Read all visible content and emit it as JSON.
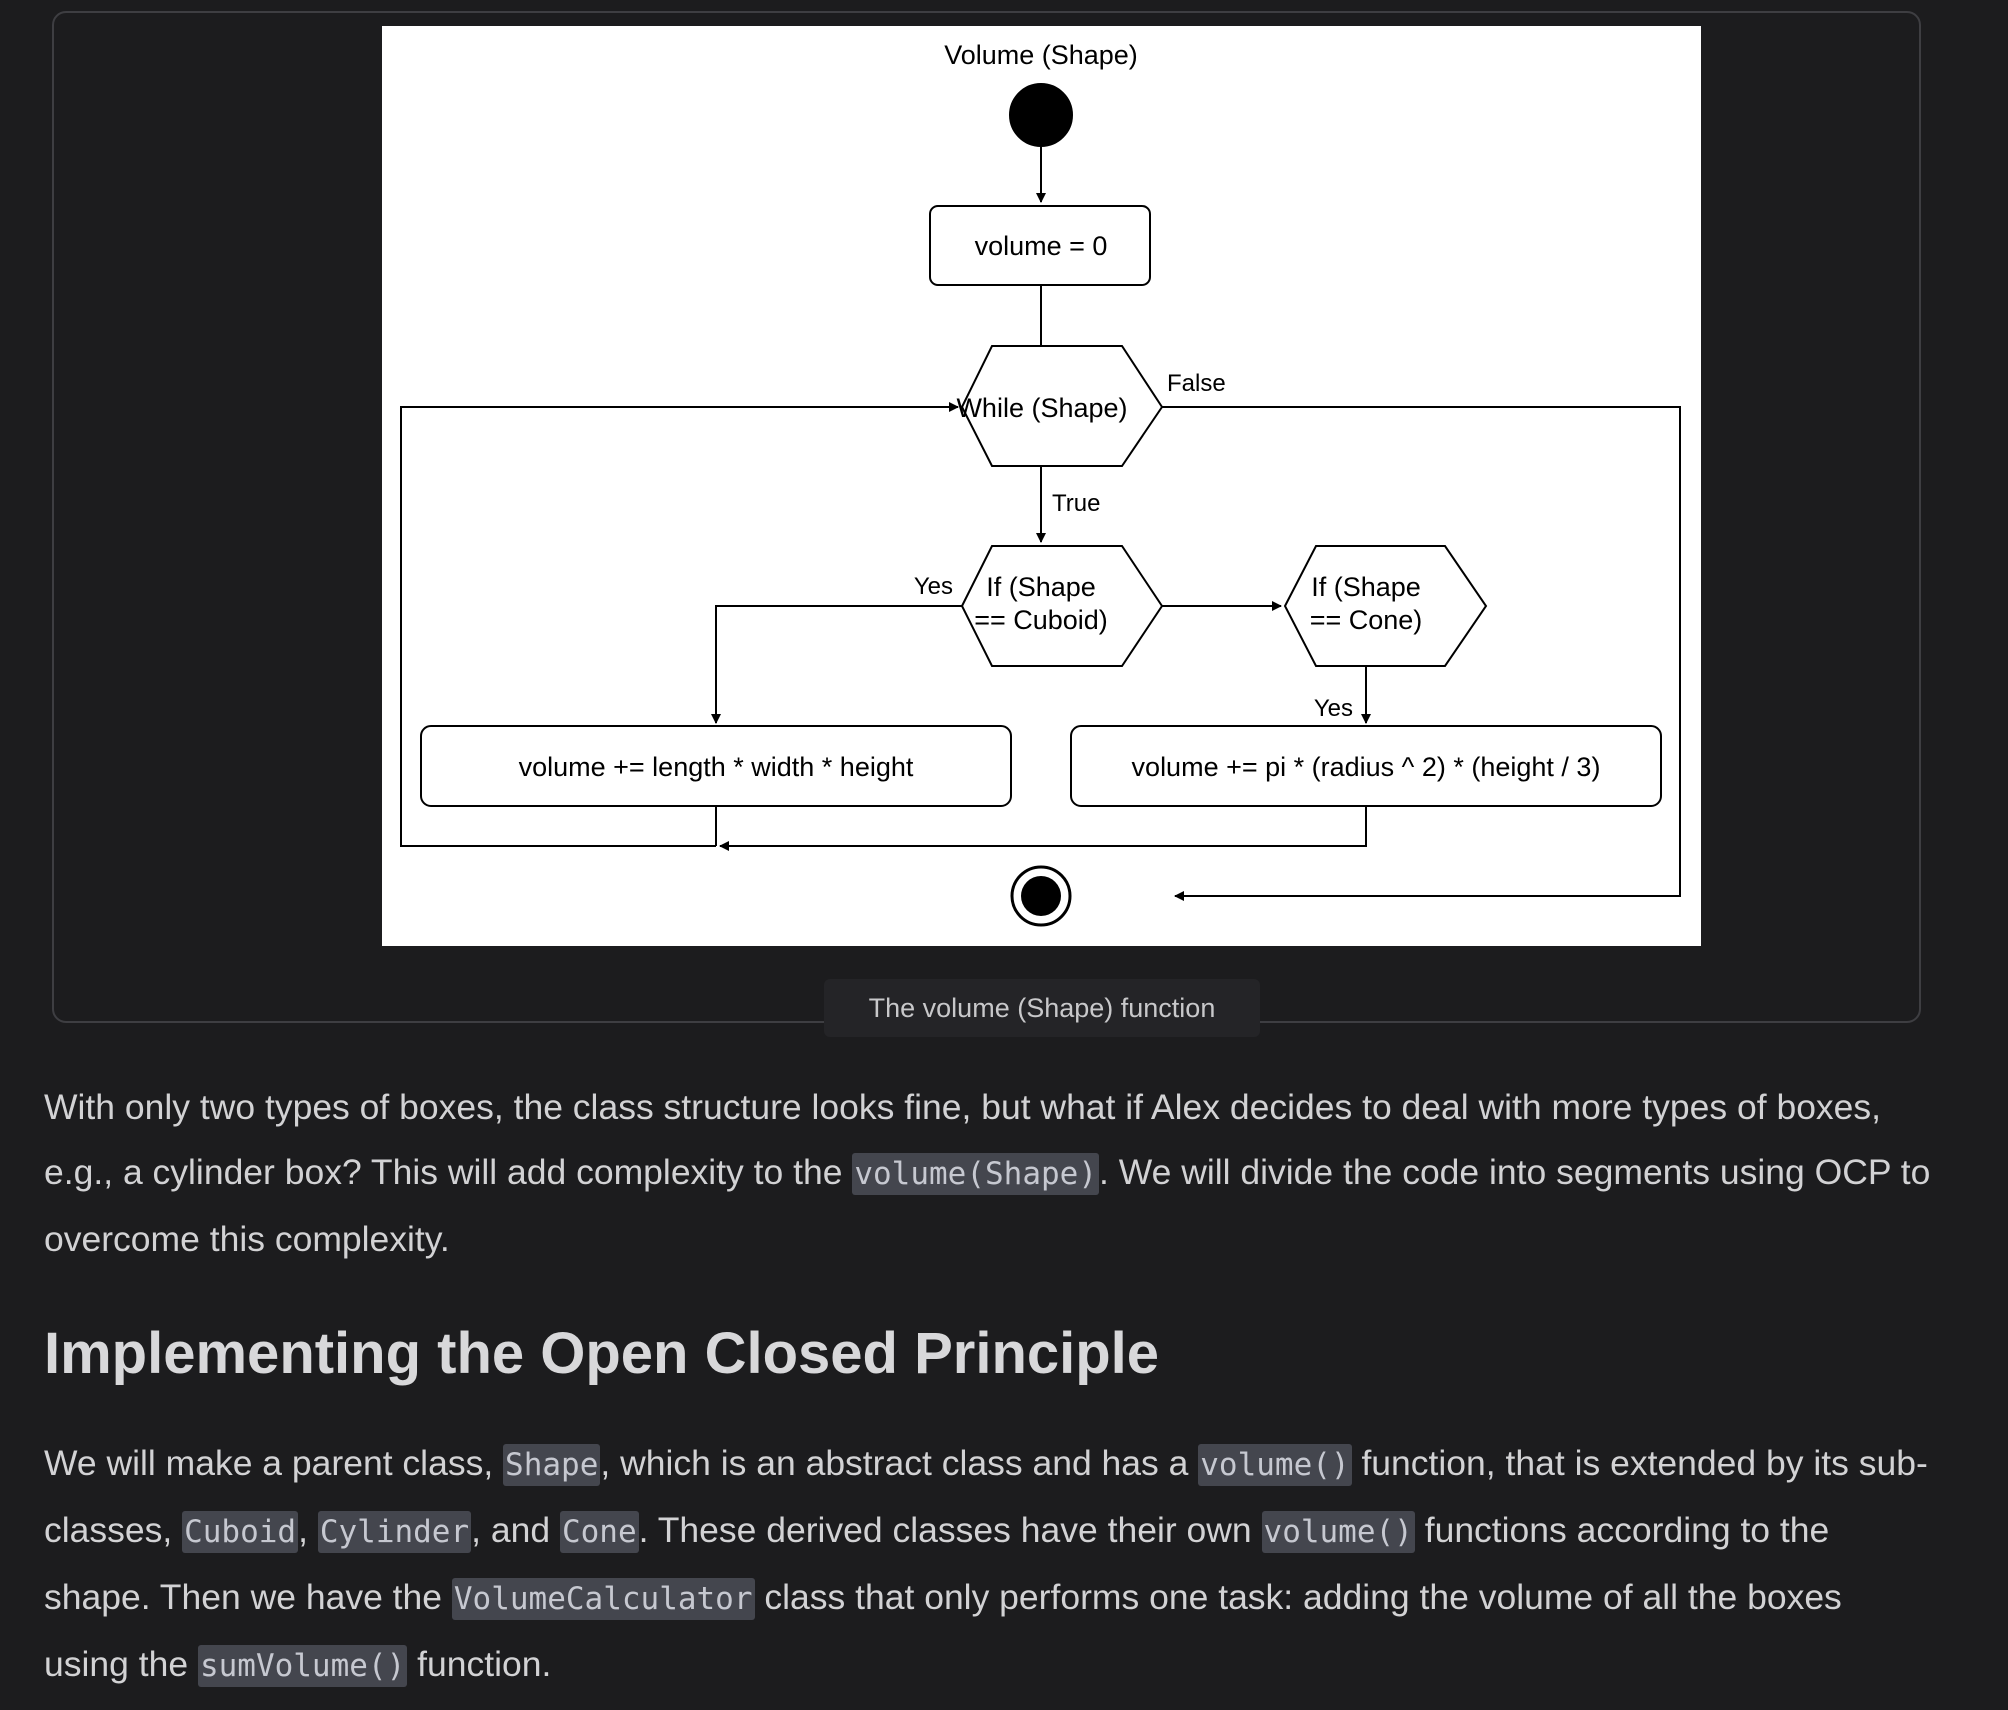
{
  "figure": {
    "caption": "The volume (Shape) function",
    "diagram": {
      "title": "Volume (Shape)",
      "init": "volume = 0",
      "loop": "While (Shape)",
      "false_label": "False",
      "true_label": "True",
      "if_cuboid_line1": "If (Shape",
      "if_cuboid_line2": "== Cuboid)",
      "if_cone_line1": "If (Shape",
      "if_cone_line2": "== Cone)",
      "yes_label_left": "Yes",
      "yes_label_right": "Yes",
      "cuboid_action": "volume += length * width * height",
      "cone_action": "volume += pi * (radius ^ 2) * (height / 3)"
    }
  },
  "para1": {
    "t1": "With only two types of boxes, the class structure looks fine, but what if Alex decides to deal with more types of boxes, e.g., a cylinder box? This will add complexity to the ",
    "c1": "volume(Shape)",
    "t2": ". We will divide the code into segments using OCP to overcome this complexity."
  },
  "heading": "Implementing the Open Closed Principle",
  "para2": {
    "t1": "We will make a parent class, ",
    "c1": "Shape",
    "t2": ", which is an abstract class and has a ",
    "c2": "volume()",
    "t3": " function, that is extended by its sub-classes, ",
    "c3": "Cuboid",
    "t4": ", ",
    "c4": "Cylinder",
    "t5": ", and ",
    "c5": "Cone",
    "t6": ". These derived classes have their own ",
    "c6": "volume()",
    "t7": " functions according to the shape. Then we have the ",
    "c7": "VolumeCalculator",
    "t8": " class that only performs one task: adding the volume of all the boxes using the ",
    "c8": "sumVolume()",
    "t9": " function."
  }
}
